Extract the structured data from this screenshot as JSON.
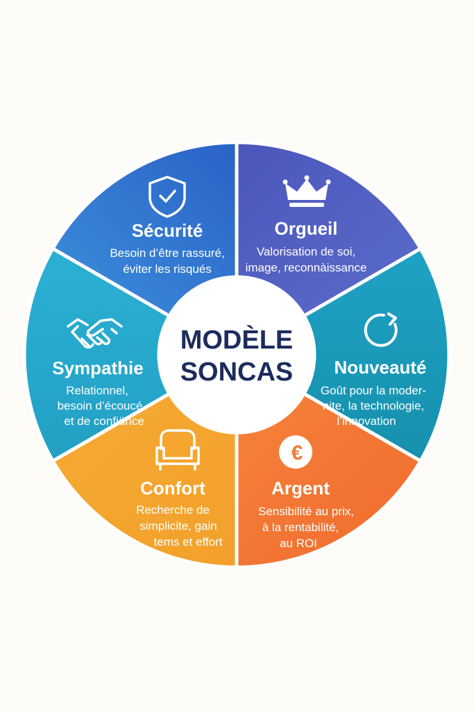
{
  "diagram": {
    "center": {
      "line1": "MODÈLE",
      "line2": "SONCAS"
    },
    "segments": [
      {
        "id": "securite",
        "title": "Sécurité",
        "desc": [
          "Besoin d’être rassuré,",
          "éviter les risqués"
        ],
        "color": "#2f6fcc",
        "icon": "shield-check-icon"
      },
      {
        "id": "orgueil",
        "title": "Orgueil",
        "desc": [
          "Valorisation de soi,",
          "image, reconnàissance"
        ],
        "color": "#5362c0",
        "icon": "crown-icon"
      },
      {
        "id": "nouveaute",
        "title": "Nouveauté",
        "desc": [
          "Goût pour la moder-",
          "nite, la technologie,",
          "l’innovation"
        ],
        "color": "#1a9bb8",
        "icon": "refresh-icon"
      },
      {
        "id": "argent",
        "title": "Argent",
        "desc": [
          "Sensibilité au prix,",
          "à la rentabilité,",
          "au ROI"
        ],
        "color": "#f37a36",
        "icon": "euro-icon"
      },
      {
        "id": "confort",
        "title": "Confort",
        "desc": [
          "Recherche de",
          "simplicite, gain",
          "tems et effort"
        ],
        "color": "#f5a72f",
        "icon": "armchair-icon"
      },
      {
        "id": "sympathie",
        "title": "Sympathie",
        "desc": [
          "Relationnel,",
          "besoin d’écoucé",
          "et de confiänce"
        ],
        "color": "#27a8cd",
        "icon": "handshake-icon"
      }
    ]
  }
}
